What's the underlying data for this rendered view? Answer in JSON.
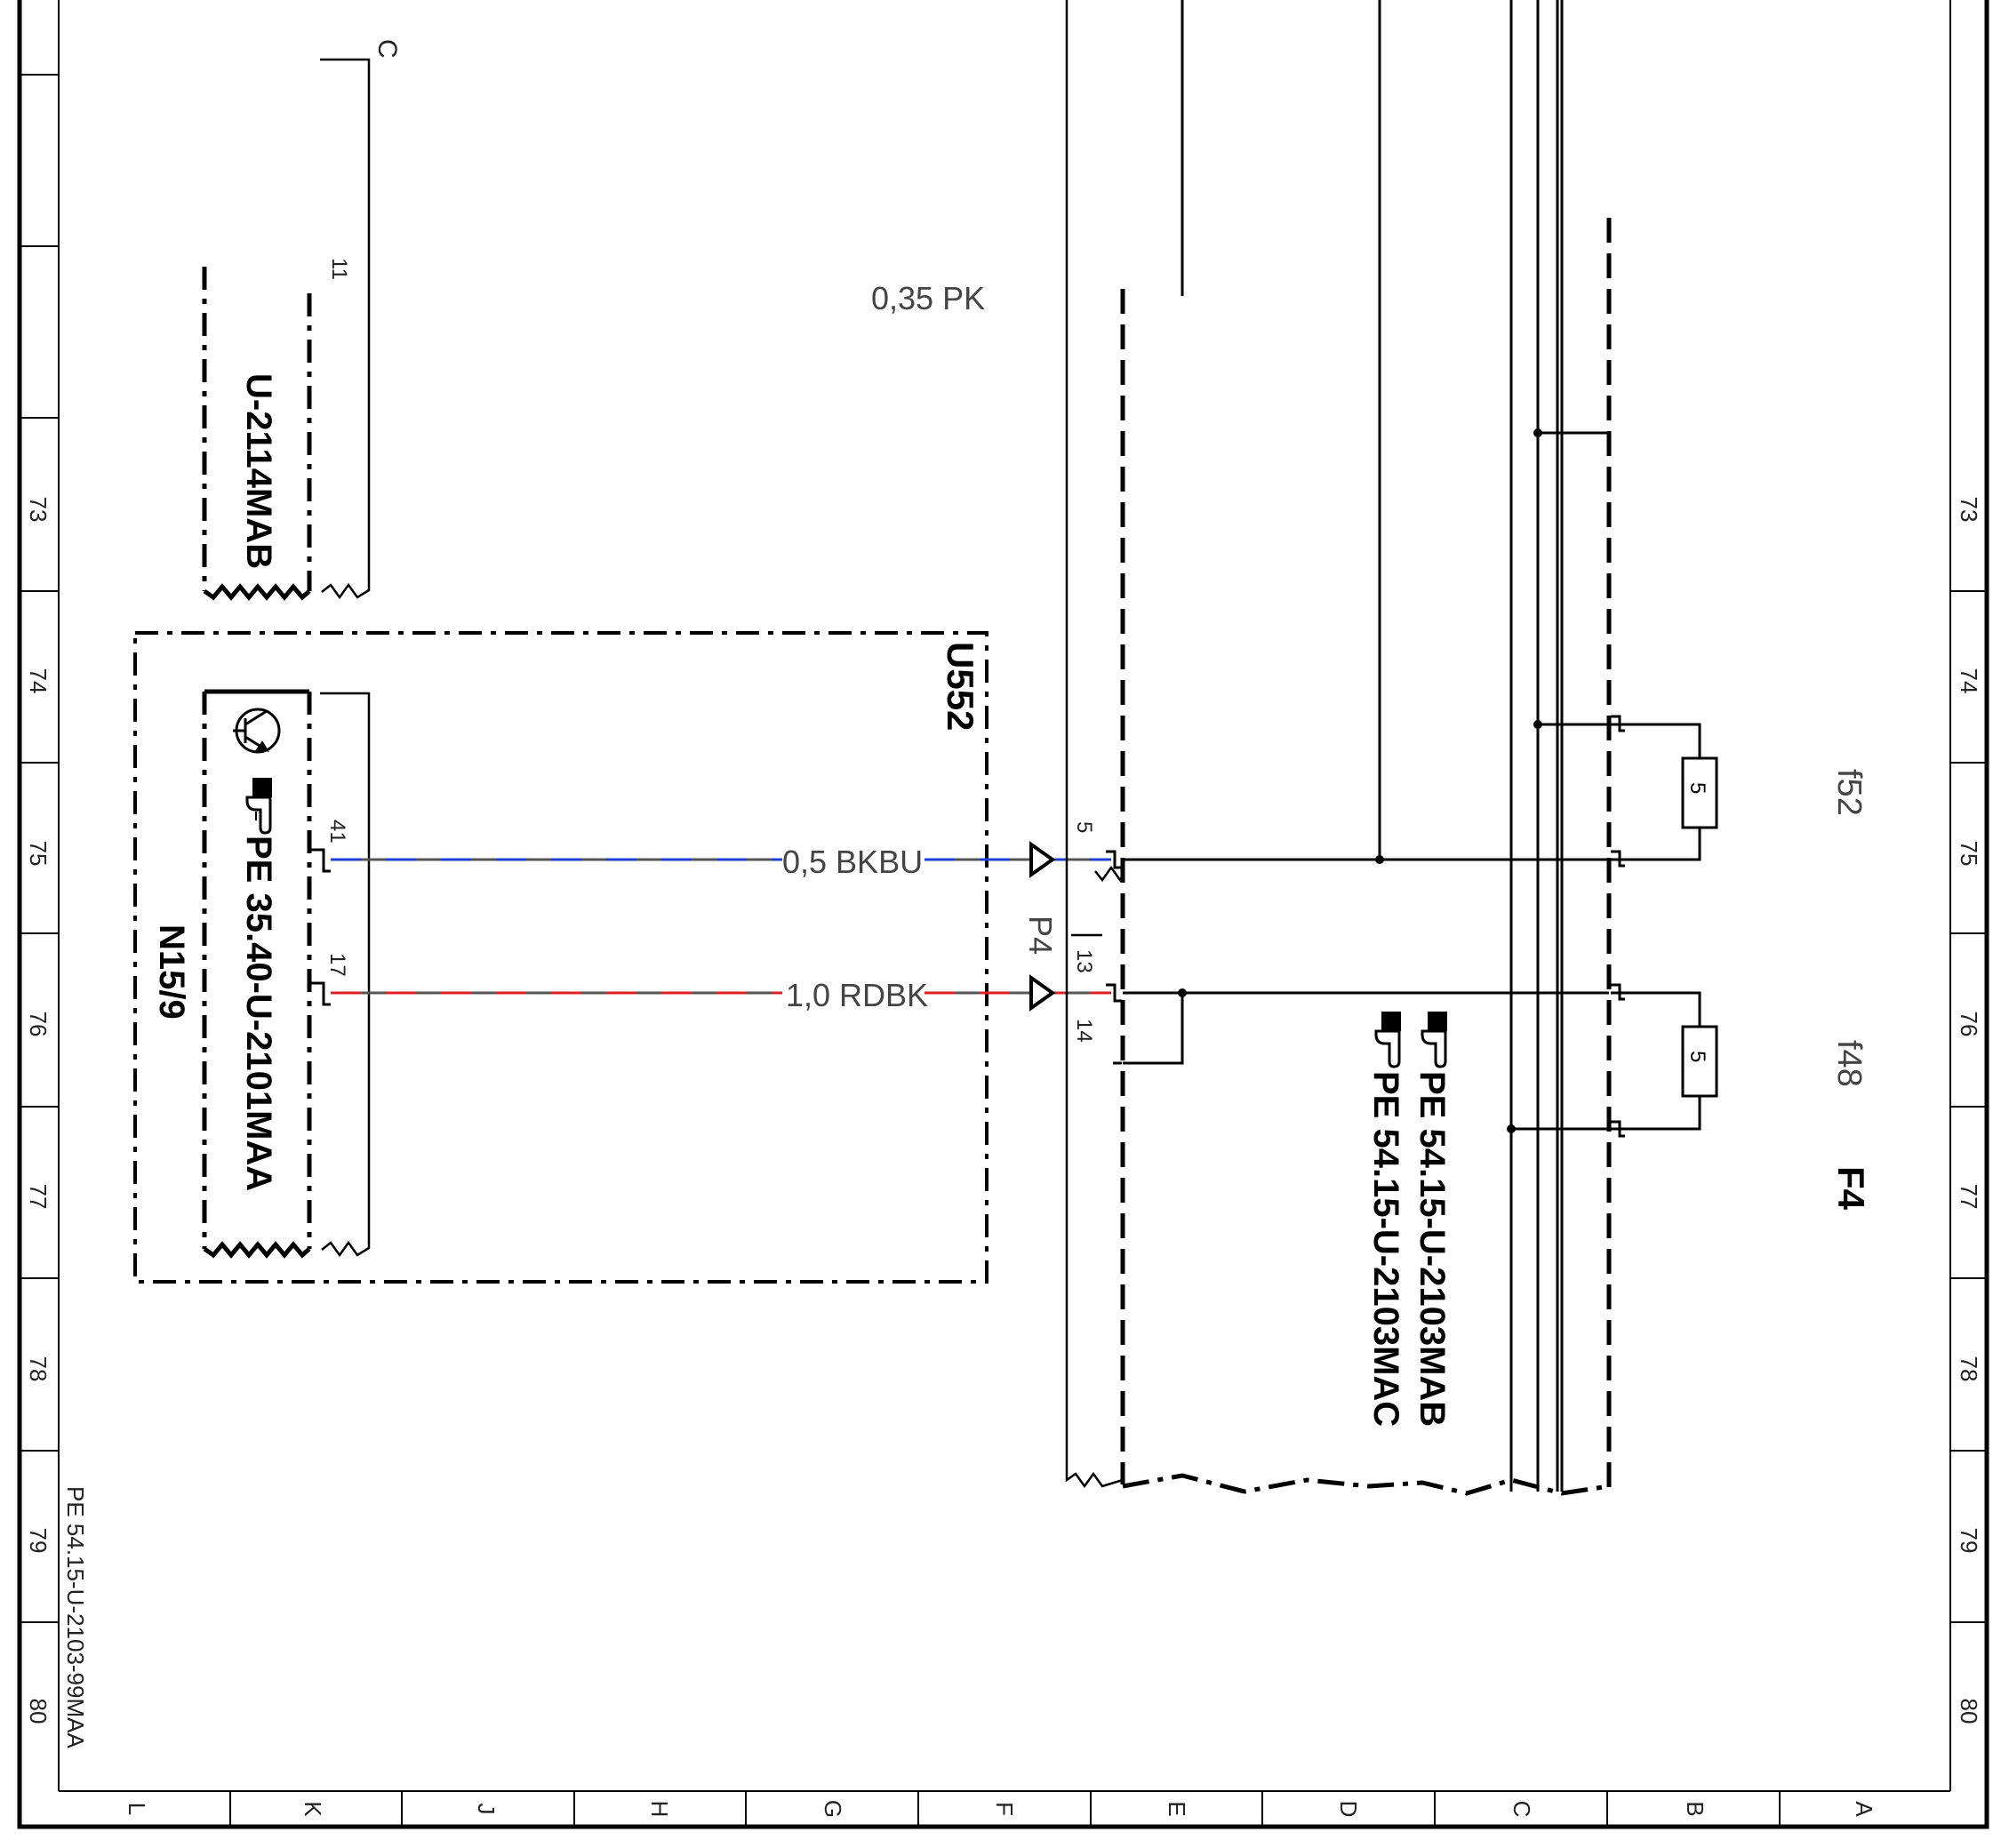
{
  "frame": {
    "row_numbers": [
      "73",
      "74",
      "75",
      "76",
      "77",
      "78",
      "79",
      "80"
    ],
    "column_letters": [
      "L",
      "K",
      "J",
      "H",
      "G",
      "F",
      "E",
      "D",
      "C",
      "B",
      "A"
    ]
  },
  "sheet_reference": "PE 54.15-U-2103-99MAA",
  "upper_connector": {
    "label": "U-2114MAB",
    "pin": "11",
    "ref": "C"
  },
  "module": {
    "name": "N15/9",
    "reference": "PE 35.40-U-2101MAA",
    "pin_a": "41",
    "pin_b": "17"
  },
  "zone_label": "U552",
  "connector": {
    "name": "P4",
    "pin_a": "5",
    "pin_b": "13",
    "pin_c": "14"
  },
  "wires": [
    {
      "label": "0,5 BKBU",
      "colors": [
        "#1a1a1a",
        "#1f3fd9"
      ]
    },
    {
      "label": "1,0 RDBK",
      "colors": [
        "#1a1a1a",
        "#e02020"
      ]
    },
    {
      "label": "0,35 PK"
    }
  ],
  "fuse_refs": [
    "PE 54.15-U-2103MAB",
    "PE 54.15-U-2103MAC"
  ],
  "fuses": [
    {
      "id": "f52",
      "rating": "5"
    },
    {
      "id": "f48",
      "rating": "5"
    }
  ],
  "fuse_box": "F4",
  "icons": [
    "pointing-hand-icon",
    "transistor-icon"
  ]
}
